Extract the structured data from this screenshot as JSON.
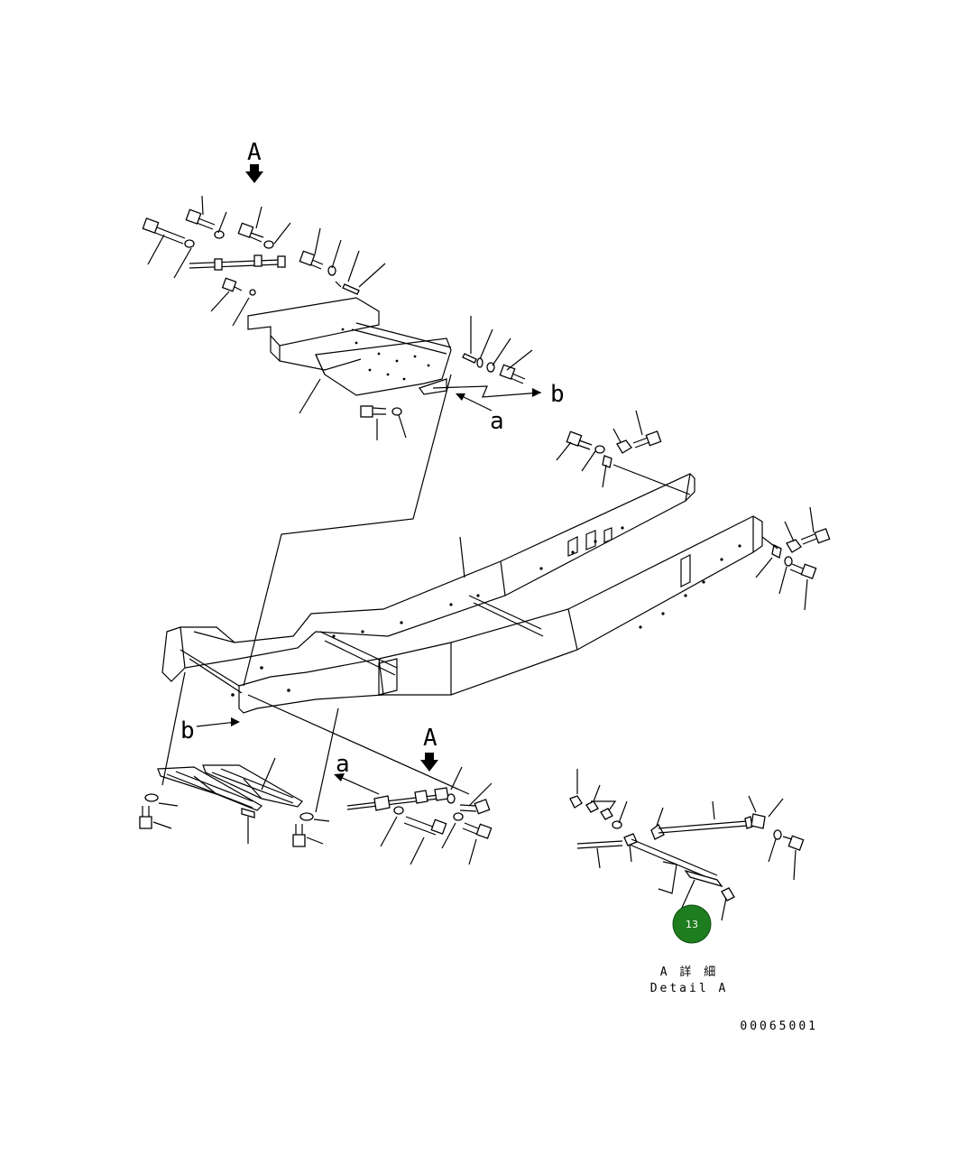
{
  "view_labels": {
    "view_a_top": "A",
    "view_a_bottom": "A",
    "ref_b_right": "b",
    "ref_a_right": "a",
    "ref_b_left": "b",
    "ref_a_left": "a"
  },
  "detail": {
    "title_jp": "A 詳 細",
    "title_en": "Detail A"
  },
  "callout": {
    "number": "13",
    "color": "#1e7d1e"
  },
  "drawing_number": "00065001",
  "icons": {
    "view_arrow": "down-arrow-icon"
  }
}
